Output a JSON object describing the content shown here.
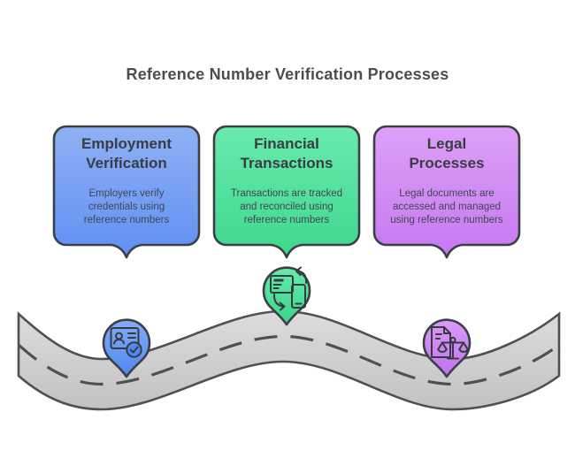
{
  "title": "Reference Number Verification Processes",
  "cards": [
    {
      "title": "Employment\nVerification",
      "body": "Employers verify\ncredentials using\nreference numbers",
      "color_top": "#8fb0f3",
      "color_bottom": "#6090f4"
    },
    {
      "title": "Financial\nTransactions",
      "body": "Transactions are tracked\nand reconciled using\nreference numbers",
      "color_top": "#69eaad",
      "color_bottom": "#3ed78e"
    },
    {
      "title": "Legal\nProcesses",
      "body": "Legal documents are\naccessed and managed\nusing reference numbers",
      "color_top": "#dda0f8",
      "color_bottom": "#c678f0"
    }
  ],
  "pins": [
    {
      "name": "employment-pin",
      "color_top": "#85acf6",
      "color_bottom": "#4e88f0"
    },
    {
      "name": "financial-pin",
      "color_top": "#66eaaa",
      "color_bottom": "#3bd48d"
    },
    {
      "name": "legal-pin",
      "color_top": "#d99af7",
      "color_bottom": "#c271f0"
    }
  ],
  "road": {
    "fill_top": "#dcdcdc",
    "fill_bottom": "#c2c2c2",
    "stroke": "#4c5155"
  }
}
